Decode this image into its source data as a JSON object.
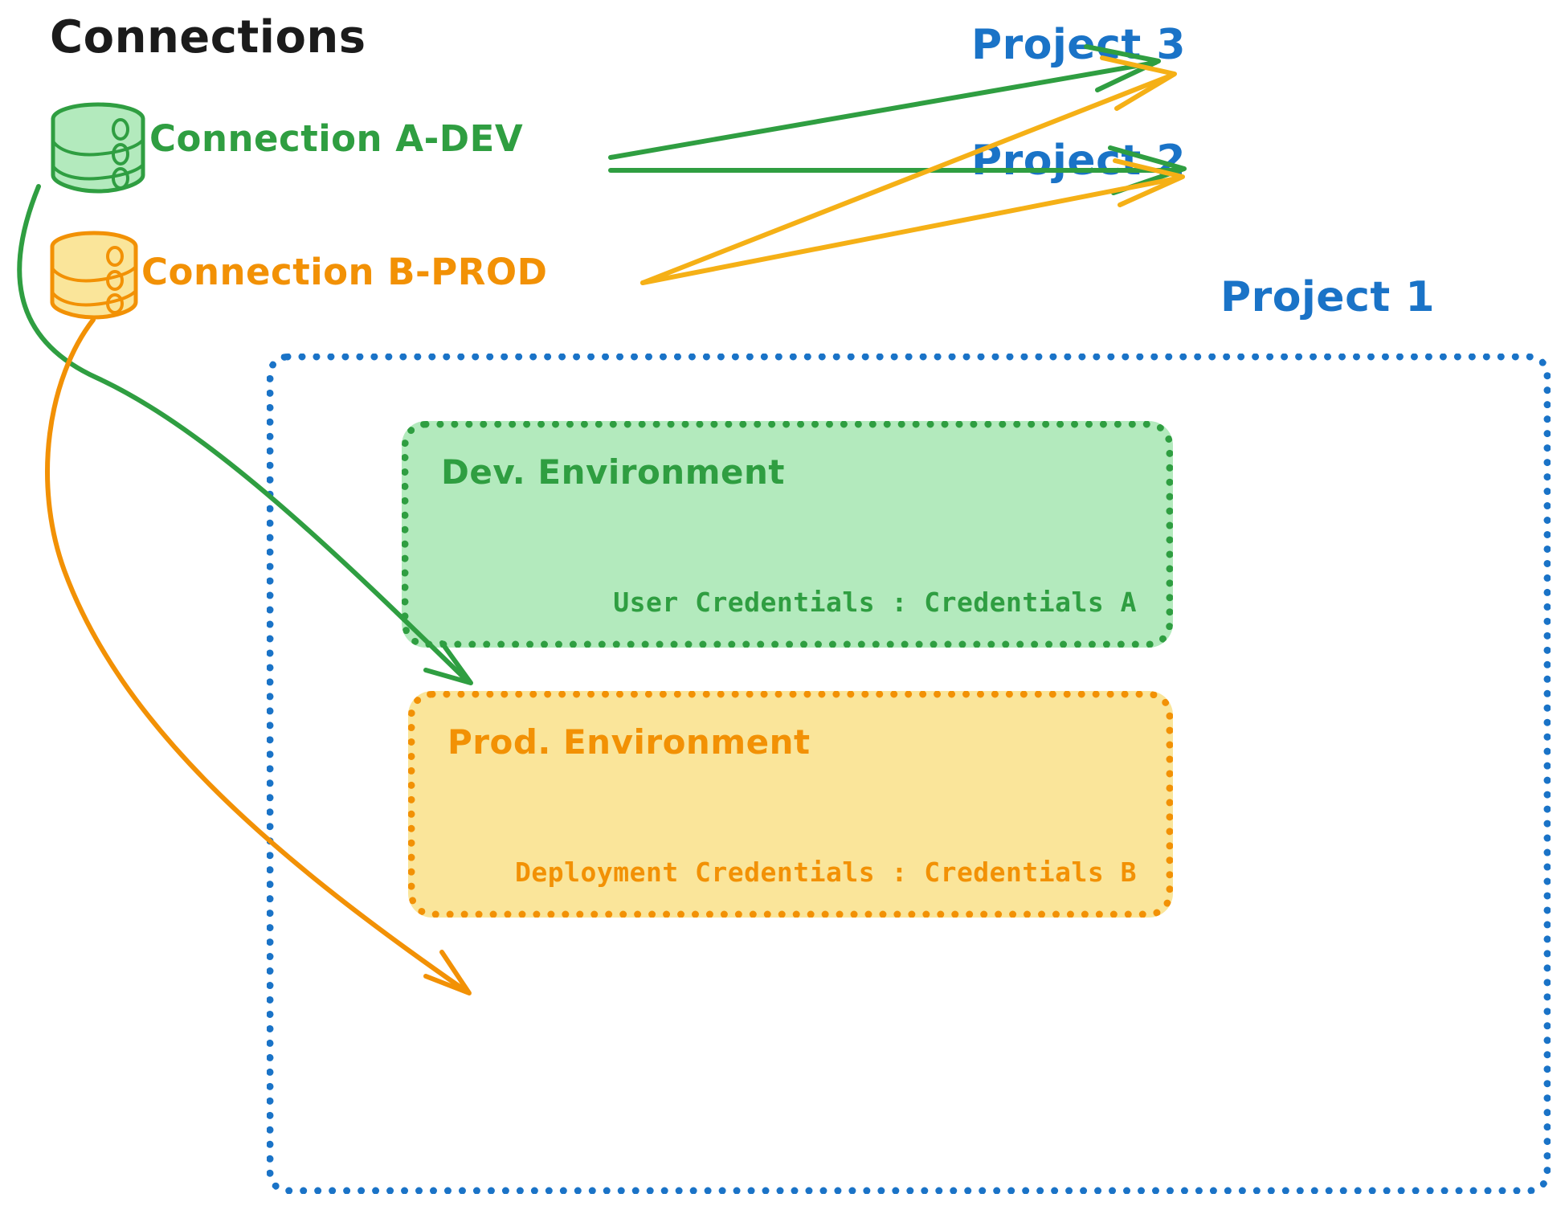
{
  "title": "Connections",
  "colors": {
    "dev_green": "#2f9e41",
    "prod_orange": "#f29105",
    "project_blue": "#1a73c7",
    "title_black": "#1b1b1b",
    "dev_fill": "#b3eabd",
    "prod_fill": "#fae59a",
    "background": "#ffffff"
  },
  "connections": [
    {
      "id": "a-dev",
      "label": "Connection A-DEV",
      "icon": "database-icon",
      "color": "#2f9e41"
    },
    {
      "id": "b-prod",
      "label": "Connection B-PROD",
      "icon": "database-icon",
      "color": "#f29105"
    }
  ],
  "projects": [
    {
      "id": "project-3",
      "label": "Project 3"
    },
    {
      "id": "project-2",
      "label": "Project 2"
    },
    {
      "id": "project-1",
      "label": "Project 1"
    }
  ],
  "project_one": {
    "label": "Project 1",
    "environments": [
      {
        "id": "dev",
        "title": "Dev. Environment",
        "credential_label": "User Credentials",
        "credential_separator": ":",
        "credential_value": "Credentials A",
        "credential_line": "User Credentials : Credentials A",
        "color": "#2f9e41",
        "fill": "#b3eabd"
      },
      {
        "id": "prod",
        "title": "Prod. Environment",
        "credential_label": "Deployment Credentials",
        "credential_separator": ":",
        "credential_value": "Credentials B",
        "credential_line": "Deployment Credentials : Credentials B",
        "color": "#f29105",
        "fill": "#fae59a"
      }
    ]
  },
  "edges": [
    {
      "from": "Connection A-DEV",
      "to": "Project 3",
      "color": "#2f9e41"
    },
    {
      "from": "Connection A-DEV",
      "to": "Project 2",
      "color": "#2f9e41"
    },
    {
      "from": "Connection A-DEV",
      "to": "Dev. Environment",
      "color": "#2f9e41"
    },
    {
      "from": "Connection B-PROD",
      "to": "Project 3",
      "color": "#f29105"
    },
    {
      "from": "Connection B-PROD",
      "to": "Project 2",
      "color": "#f29105"
    },
    {
      "from": "Connection B-PROD",
      "to": "Prod. Environment",
      "color": "#f29105"
    }
  ]
}
